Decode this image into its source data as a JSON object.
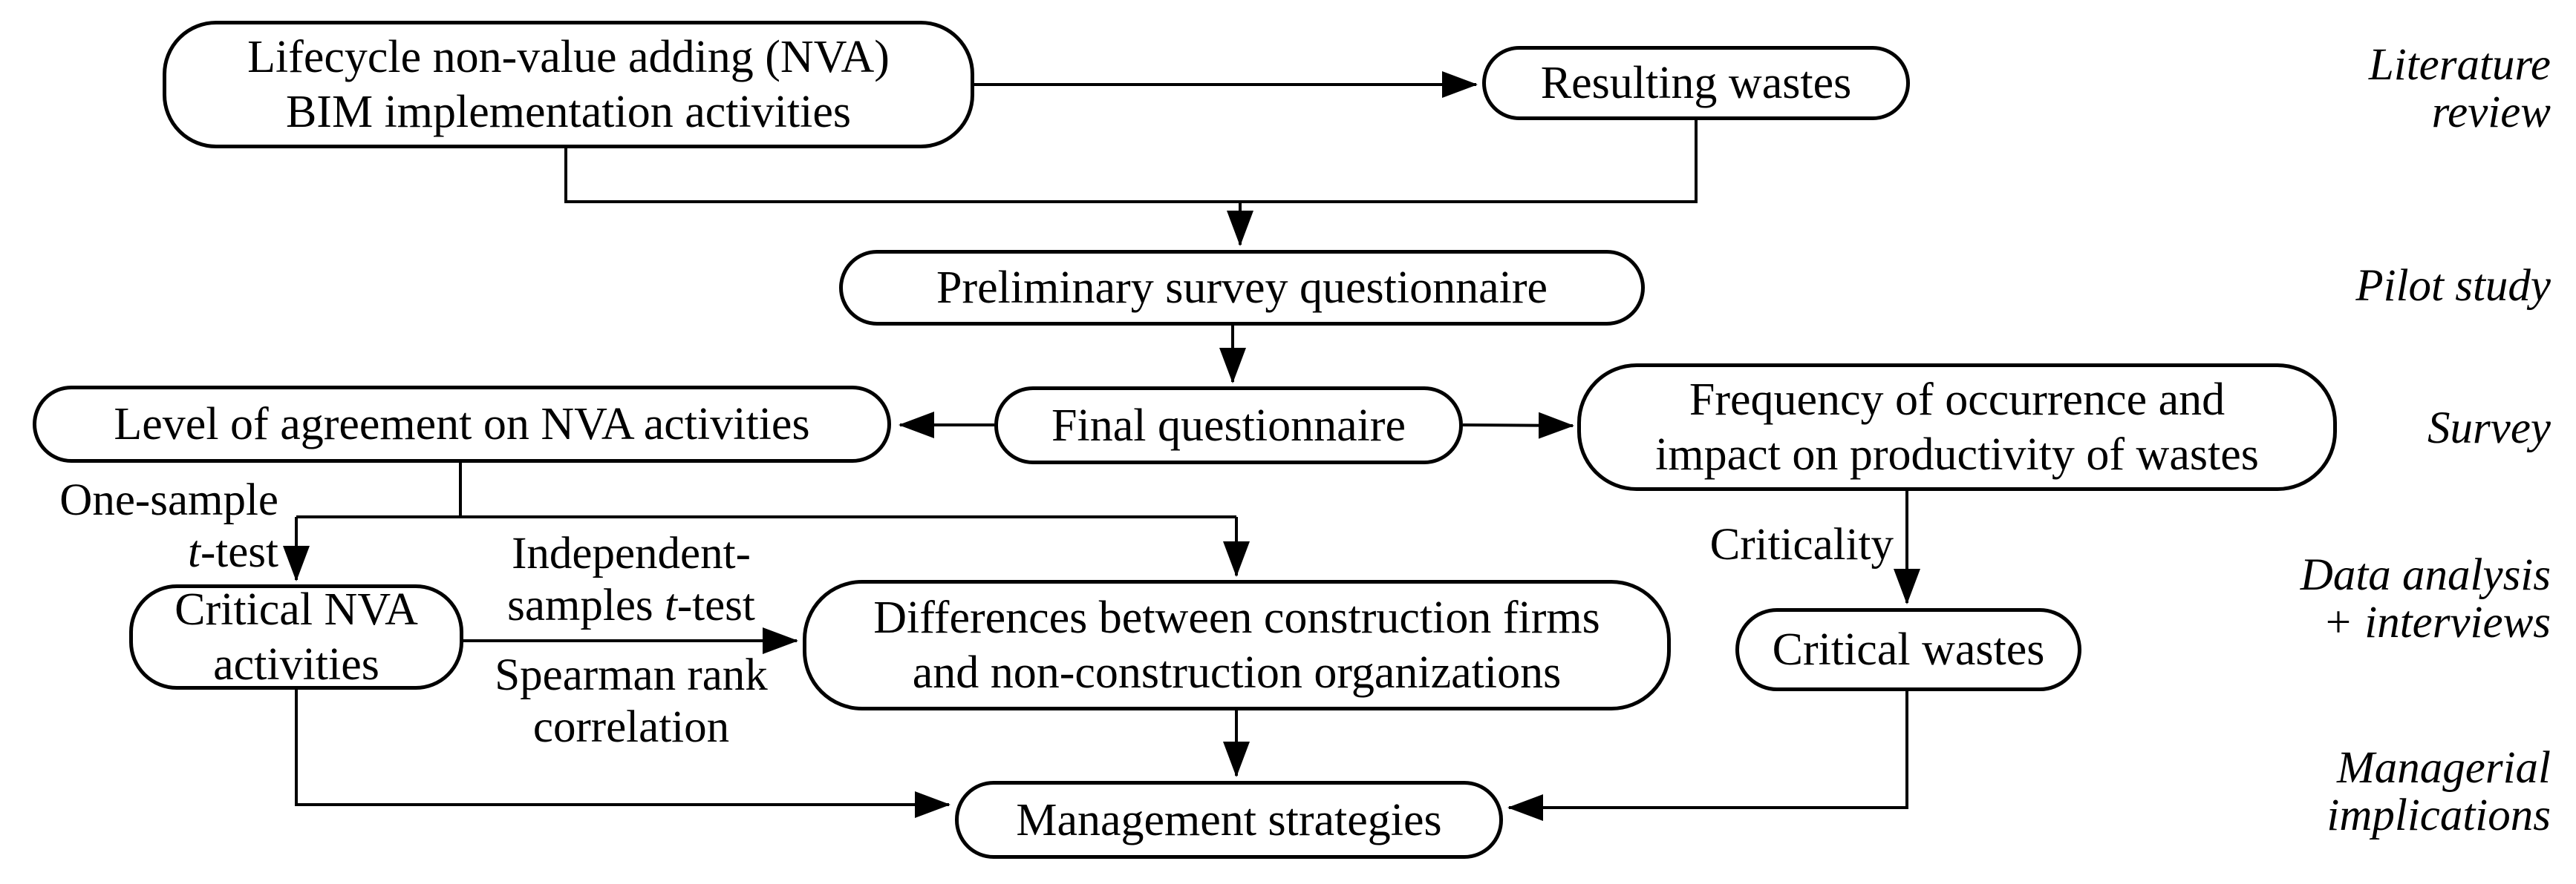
{
  "diagram": {
    "boxes": {
      "lifecycle_nva": {
        "line1": "Lifecycle non-value adding (NVA)",
        "line2": "BIM implementation activities"
      },
      "resulting_wastes": {
        "label": "Resulting wastes"
      },
      "preliminary": {
        "label": "Preliminary survey questionnaire"
      },
      "level_agreement": {
        "label": "Level of agreement on NVA activities"
      },
      "final_questionnaire": {
        "label": "Final questionnaire"
      },
      "frequency": {
        "line1": "Frequency of occurrence and",
        "line2": "impact on productivity of wastes"
      },
      "critical_nva": {
        "line1": "Critical NVA",
        "line2": "activities"
      },
      "differences": {
        "line1": "Differences between construction firms",
        "line2": "and non-construction organizations"
      },
      "critical_wastes": {
        "label": "Critical wastes"
      },
      "management": {
        "label": "Management strategies"
      }
    },
    "edge_labels": {
      "one_sample": {
        "line1": "One-sample",
        "t": "t",
        "rest": "-test"
      },
      "independent": {
        "line1": "Independent-",
        "pre2": "samples ",
        "t": "t",
        "rest": "-test"
      },
      "spearman": {
        "line1": "Spearman rank",
        "line2": "correlation"
      },
      "criticality": "Criticality"
    },
    "stage_labels": {
      "literature": {
        "line1": "Literature",
        "line2": "review"
      },
      "pilot": "Pilot study",
      "survey": "Survey",
      "data_analysis": {
        "line1": "Data analysis",
        "line2": "+ interviews"
      },
      "managerial": {
        "line1": "Managerial",
        "line2": "implications"
      }
    },
    "colors": {
      "line": "#000000",
      "box_fill": "#ffffff",
      "text": "#000000",
      "background": "#ffffff"
    }
  }
}
